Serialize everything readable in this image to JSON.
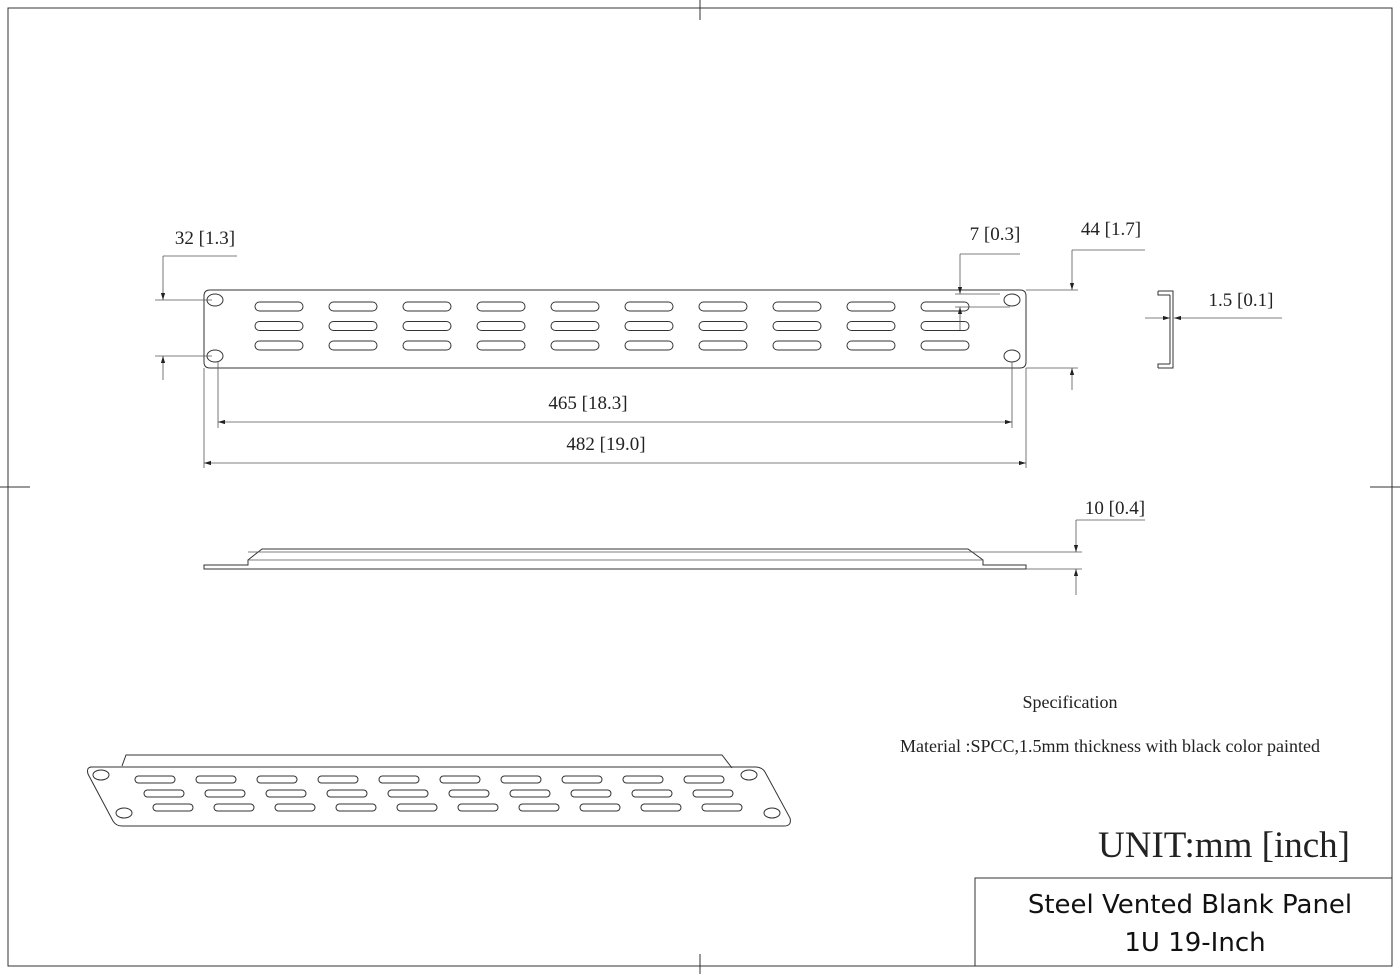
{
  "dimensions": {
    "hole_spacing": "32 [1.3]",
    "slot_offset": "7 [0.3]",
    "height": "44 [1.7]",
    "thickness": "1.5 [0.1]",
    "hole_span": "465 [18.3]",
    "overall_width": "482 [19.0]",
    "flange_depth": "10 [0.4]"
  },
  "notes": {
    "spec_heading": "Specification",
    "material": "Material :SPCC,1.5mm thickness with black color painted",
    "unit": "UNIT:mm [inch]"
  },
  "title_block": {
    "line1": "Steel Vented Blank Panel",
    "line2": "1U 19-Inch"
  },
  "slots": {
    "columns": 10,
    "rows": 3
  }
}
